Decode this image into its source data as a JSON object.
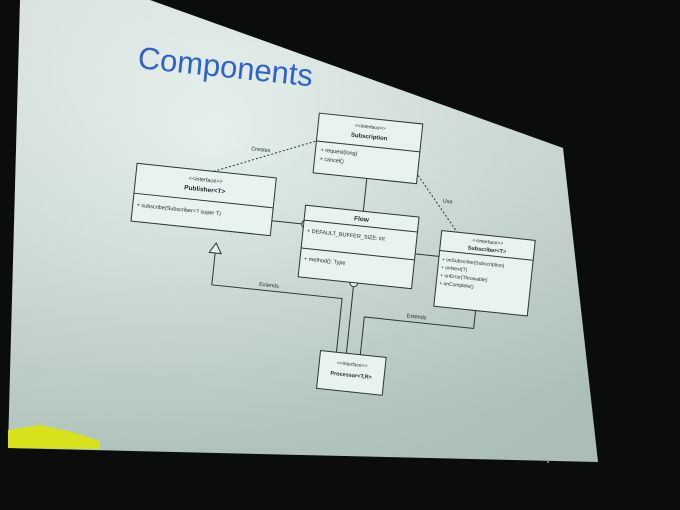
{
  "slide": {
    "title": "Components",
    "colors": {
      "title": "#2f63c9",
      "screen_top": "#e6f2ee",
      "screen_bottom": "#c9dcd6",
      "ink": "#1d2a2a",
      "room": "#0b0d0c",
      "highlight": "#d8e21a"
    }
  },
  "diagram": {
    "subscription": {
      "stereotype": "<<interface>>",
      "name": "Subscription",
      "methods": [
        "+ request(long)",
        "+ cancel()"
      ]
    },
    "publisher": {
      "stereotype": "<<interface>>",
      "name": "Publisher<T>",
      "methods": [
        "+ subscribe(Subscriber<? super T)"
      ]
    },
    "flow": {
      "name": "Flow",
      "fields": [
        "+ DEFAULT_BUFFER_SIZE: int"
      ],
      "methods": [
        "+ method(): Type"
      ]
    },
    "subscriber": {
      "stereotype": "<<interface>>",
      "name": "Subscriber<T>",
      "methods": [
        "+ onSubscribe(Subscription)",
        "+ onNext(T)",
        "+ onError(Throwable)",
        "+ onComplete()"
      ]
    },
    "processor": {
      "stereotype": "<<interface>>",
      "name": "Processor<T,R>"
    },
    "labels": {
      "creates": "Creates",
      "uses": "Use",
      "extends_left": "Extends",
      "extends_right": "Extends"
    }
  }
}
